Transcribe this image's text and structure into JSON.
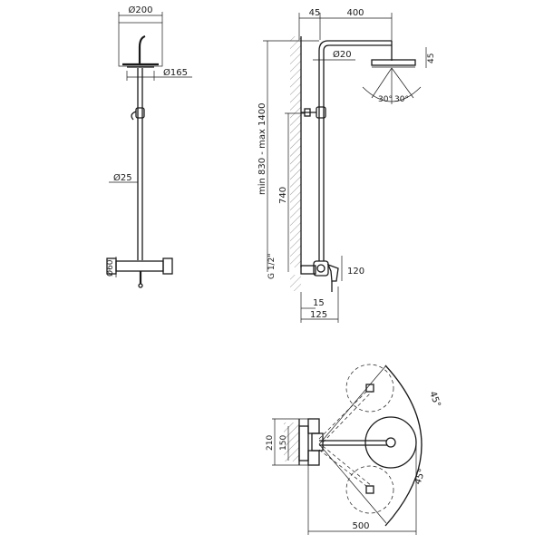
{
  "front_view": {
    "head_diameter": "Ø200",
    "plate_diameter": "Ø165",
    "pipe_diameter": "Ø25",
    "mixer_diameter": "Ø60"
  },
  "side_view": {
    "offset_45": "45",
    "arm_400": "400",
    "arm_pipe": "Ø20",
    "head_height": "45",
    "spray_angle_left": "30°",
    "spray_angle_right": "30°",
    "height_range": "min 830 - max 1400",
    "height_740": "740",
    "thread": "G 1/2\"",
    "height_120": "120",
    "depth_15": "15",
    "depth_125": "125"
  },
  "top_view": {
    "angle_top": "45°",
    "angle_bottom": "45°",
    "width_210": "210",
    "width_150": "150",
    "reach_500": "500"
  }
}
